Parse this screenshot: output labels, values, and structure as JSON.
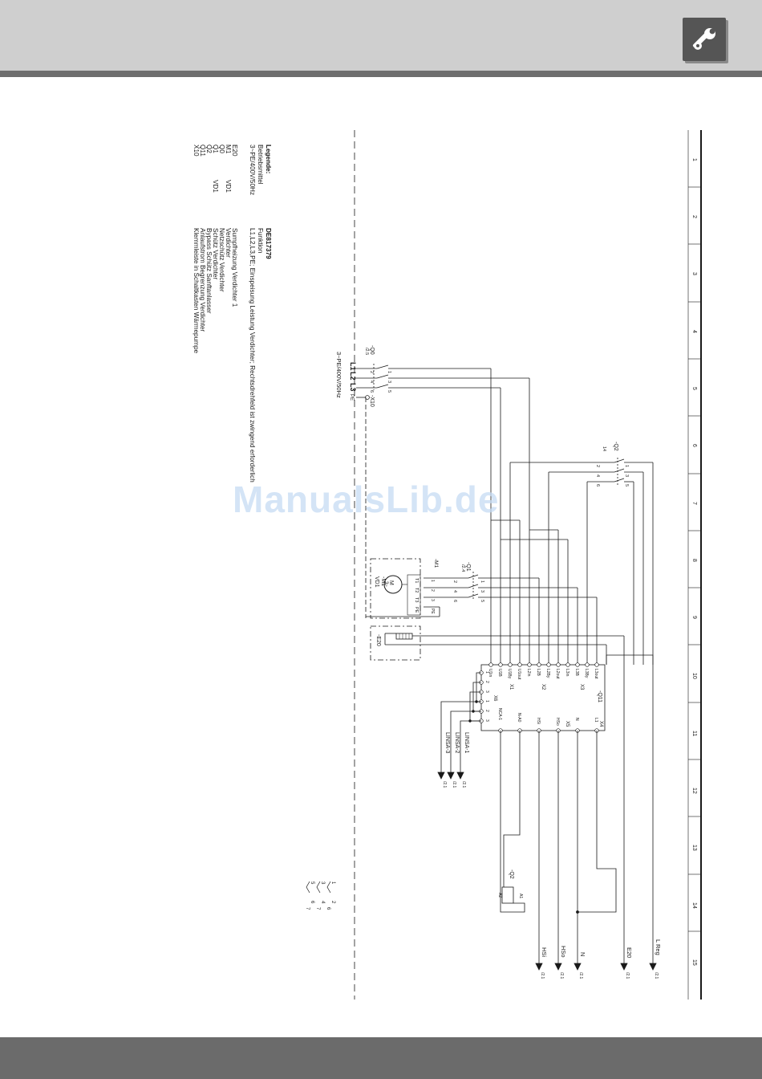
{
  "legend": {
    "title": "Legende:",
    "doc_id": "DE817379",
    "col_headers": [
      "Betriebsmittel",
      "Funktion"
    ],
    "supply_row": {
      "device": "3~PE/400V/50Hz",
      "function": "L1,L2,L3,PE; Einspeisung Leistung Verdichter; Rechtsdrehfeld ist zwingend erforderlich"
    },
    "rows": [
      {
        "device": "E20",
        "vd": "",
        "function": "Sumpfheizung Verdichter 1"
      },
      {
        "device": "M1",
        "vd": "VD1",
        "function": "Verdichter"
      },
      {
        "device": "Q0",
        "vd": "",
        "function": "Netzschütz Verdichter"
      },
      {
        "device": "Q1",
        "vd": "VD1",
        "function": "Schütz Verdichter"
      },
      {
        "device": "Q2",
        "vd": "",
        "function": "Bypass Schütz Sanftanlasser"
      },
      {
        "device": "Q11",
        "vd": "",
        "function": "Anlaufstrom Begrenzung Verdichter"
      },
      {
        "device": "X10",
        "vd": "",
        "function": "Klemmleiste in Schaltkasten Wärmepumpe"
      }
    ]
  },
  "supply": {
    "q0_label": "-Q0",
    "q0_ref": "/2.5",
    "lines": [
      "L1",
      "L2",
      "L3"
    ],
    "pe": "PE",
    "terminal": "-X10",
    "voltage": "3~PE/400V/50Hz",
    "pins_in": [
      "1",
      "3",
      "5"
    ],
    "pins_out": [
      "2",
      "4",
      "6"
    ]
  },
  "q2": {
    "label": "-Q2",
    "ref": "14",
    "pins_in": [
      "1",
      "3",
      "5"
    ],
    "pins_out": [
      "2",
      "4",
      "6"
    ],
    "coil_label": "-Q2",
    "a1": "A1",
    "a2": "A2"
  },
  "q1": {
    "label": "-Q1",
    "ref": "/2.4",
    "owner": "-M1",
    "pins_in": [
      "1",
      "3",
      "5"
    ],
    "pins_out": [
      "2",
      "4",
      "6"
    ]
  },
  "motor": {
    "label": "-M1",
    "sub": "VD1",
    "symbol": "M",
    "phase": "3~",
    "terms": [
      "T1",
      "T2",
      "T3",
      "PE"
    ],
    "pins": [
      "1",
      "2",
      "3",
      "PE"
    ]
  },
  "heater": {
    "label": "-E20"
  },
  "q11": {
    "label": "-Q11",
    "x1_label": "X1",
    "x1_pins": [
      "U1in",
      "U1B",
      "U1By",
      "U1out"
    ],
    "x2_label": "X2",
    "x2_pins": [
      "L2in",
      "L2B",
      "L2By",
      "L2out"
    ],
    "x3_label": "X3",
    "x3_pins": [
      "L3in",
      "L3B",
      "L3By",
      "L3out"
    ],
    "x4_label": "X4",
    "x4_pins": [
      "L1",
      "N"
    ],
    "x5_label": "X5",
    "x5_pins": [
      "HSi",
      "HSo",
      "N-A0",
      "NCA-1"
    ],
    "x6_label": "X6",
    "x6_pins": [
      "1",
      "2",
      "3",
      "1",
      "2",
      "3"
    ]
  },
  "outputs": [
    {
      "name": "L Reg",
      "ref": "/2.1"
    },
    {
      "name": "E20",
      "ref": "/2.1"
    },
    {
      "name": "N",
      "ref": "/2.1"
    },
    {
      "name": "HSo",
      "ref": "/2.1"
    },
    {
      "name": "HSi",
      "ref": "/2.1"
    },
    {
      "name": "LINSA-1",
      "ref": "/2.1"
    },
    {
      "name": "LINSA-2",
      "ref": "/2.1"
    },
    {
      "name": "LINSA-3",
      "ref": "/2.1"
    }
  ],
  "contact_xref": {
    "rows": [
      [
        "1",
        "2",
        "6"
      ],
      [
        "3",
        "4",
        "7"
      ],
      [
        "5",
        "6",
        "7"
      ]
    ]
  },
  "ruler": [
    "1",
    "2",
    "3",
    "4",
    "5",
    "6",
    "7",
    "8",
    "9",
    "10",
    "11",
    "12",
    "13",
    "14",
    "15"
  ],
  "watermark": "ManualsLib.de",
  "colors": {
    "header": "#cfcfcf",
    "stripe": "#6e6e6e",
    "footer": "#6b6b6b",
    "badge": "#555555",
    "ink": "#1a1a1a",
    "watermark": "#c6dcf4"
  }
}
